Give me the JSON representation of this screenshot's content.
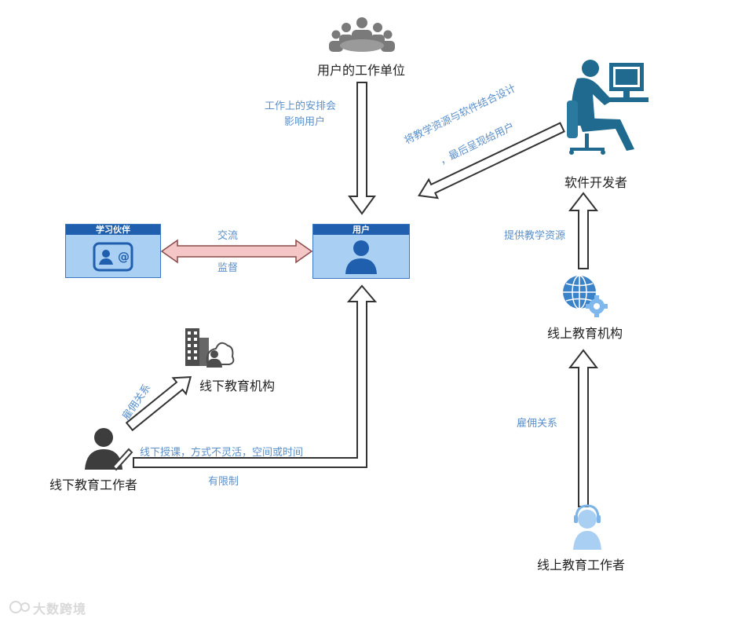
{
  "nodes": {
    "work_unit": "用户的工作单位",
    "software_dev": "软件开发者",
    "study_partner": "学习伙伴",
    "user": "用户",
    "offline_org": "线下教育机构",
    "online_org": "线上教育机构",
    "offline_worker": "线下教育工作者",
    "online_worker": "线上教育工作者"
  },
  "notes": {
    "work_arrangement_1": "工作上的安排会",
    "work_arrangement_2": "影响用户",
    "design_1": "将教学资源与软件结合设计",
    "design_2": "，最后呈现给用户",
    "communicate": "交流",
    "supervise": "监督",
    "provide_resources": "提供教学资源",
    "employment_left": "雇佣关系",
    "employment_right": "雇佣关系",
    "offline_teaching_1": "线下授课，方式不灵活，空间或时间",
    "offline_teaching_2": "有限制"
  },
  "watermark": "大数跨境",
  "colors": {
    "icon_gray": "#7a7a7a",
    "icon_dark": "#3d3d3d",
    "developer_blue": "#1f6a8e",
    "card_fill": "#a9cff3",
    "card_header": "#1f5fae",
    "exchange_arrow": "#f4c6c6",
    "note_text": "#5b8fc9"
  }
}
